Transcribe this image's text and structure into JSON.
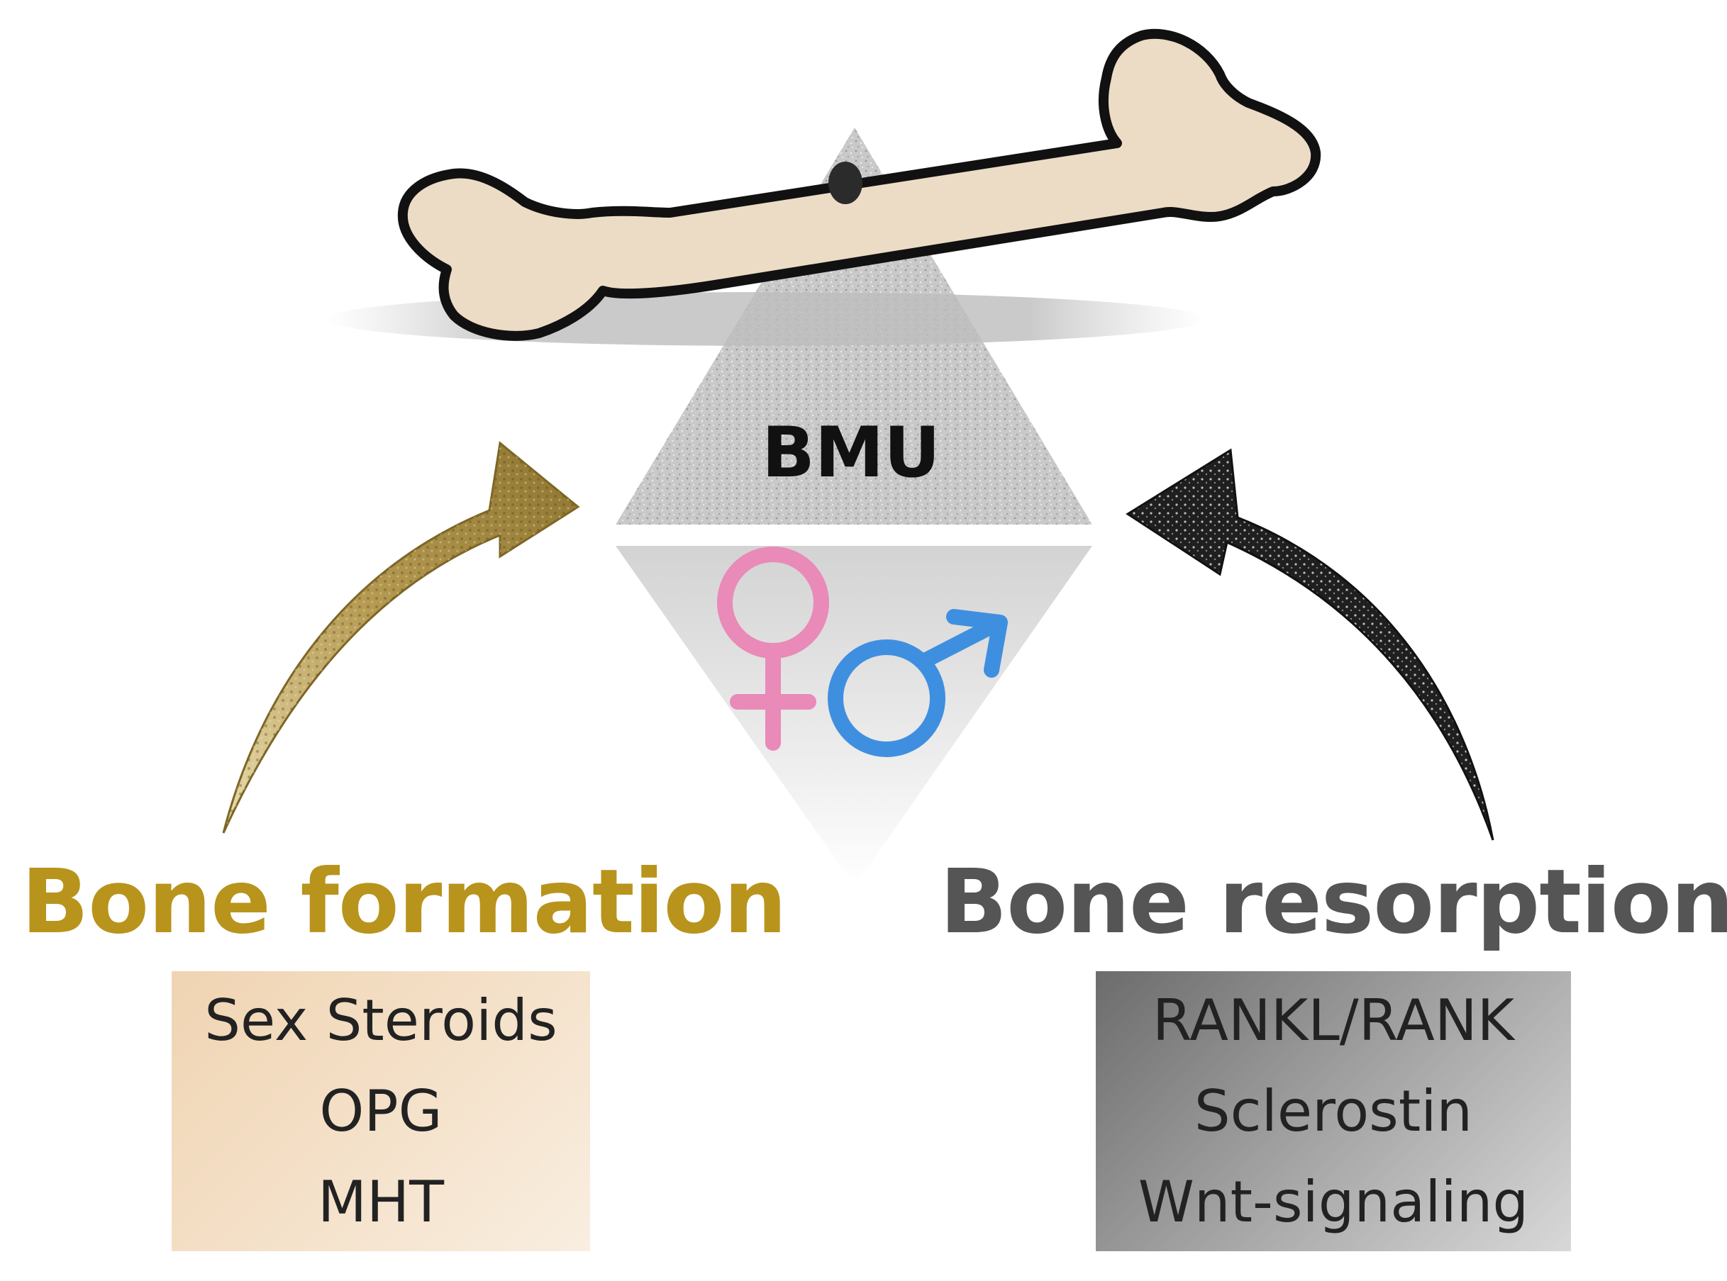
{
  "center": {
    "label": "BMU"
  },
  "left": {
    "title": "Bone formation",
    "items": [
      "Sex Steroids",
      "OPG",
      "MHT"
    ]
  },
  "right": {
    "title": "Bone resorption",
    "items": [
      "RANKL/RANK",
      "Sclerostin",
      "Wnt-signaling"
    ]
  },
  "colors": {
    "formation": "#b8941c",
    "resorption": "#555555",
    "bone_fill": "#ecdcc6",
    "female_symbol": "#e98ab8",
    "male_symbol": "#3f8fe0"
  },
  "icons": [
    "bone-icon",
    "female-symbol-icon",
    "male-symbol-icon"
  ]
}
